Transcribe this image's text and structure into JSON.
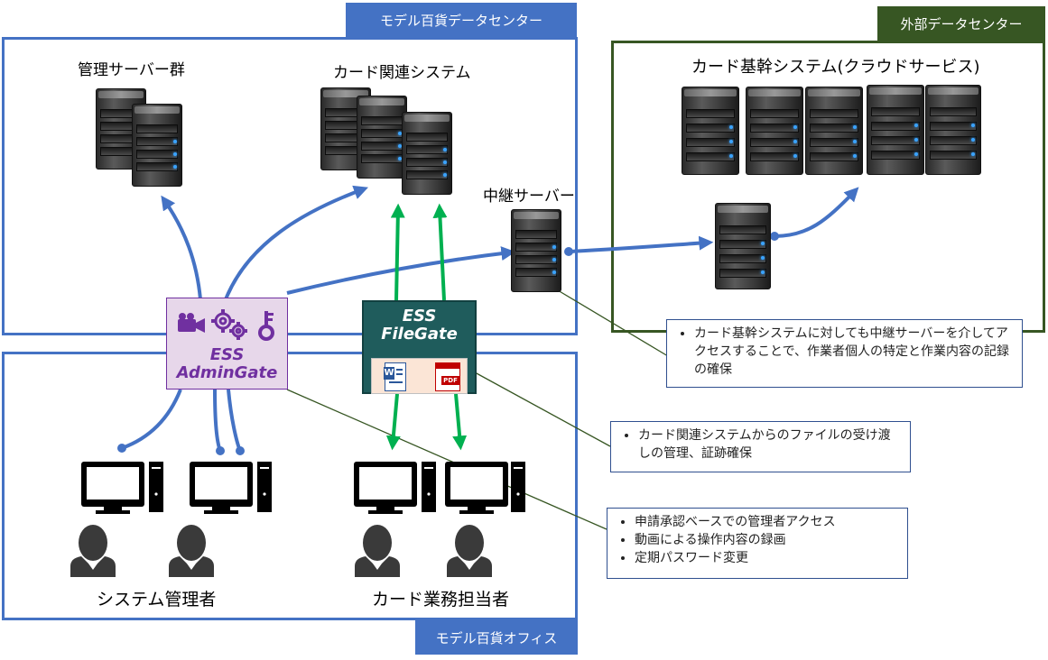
{
  "zones": {
    "datacenter": "モデル百貨データセンター",
    "external": "外部データセンター",
    "office": "モデル百貨オフィス"
  },
  "labels": {
    "mgmt_servers": "管理サーバー群",
    "card_systems": "カード関連システム",
    "relay_server": "中継サーバー",
    "core_system": "カード基幹システム(クラウドサービス)",
    "sys_admin": "システム管理者",
    "card_staff": "カード業務担当者"
  },
  "products": {
    "admingate": {
      "line1": "ESS",
      "line2": "AdminGate"
    },
    "filegate": {
      "line1": "ESS",
      "line2": "FileGate",
      "doc_icon_letter": "W",
      "pdf_label": "PDF"
    }
  },
  "notes": {
    "relay": [
      "カード基幹システムに対しても中継サーバーを介してアクセスすることで、作業者個人の特定と作業内容の記録の確保"
    ],
    "filegate": [
      "カード関連システムからのファイルの受け渡しの管理、証跡確保"
    ],
    "admingate": [
      "申請承認ベースでの管理者アクセス",
      "動画による操作内容の録画",
      "定期パスワード変更"
    ]
  },
  "colors": {
    "zone_blue": "#4472c4",
    "zone_green": "#375623",
    "arrow_blue": "#4472c4",
    "arrow_green": "#00b050",
    "admingate_purple": "#7030a0",
    "filegate_teal": "#1f5c5c"
  }
}
